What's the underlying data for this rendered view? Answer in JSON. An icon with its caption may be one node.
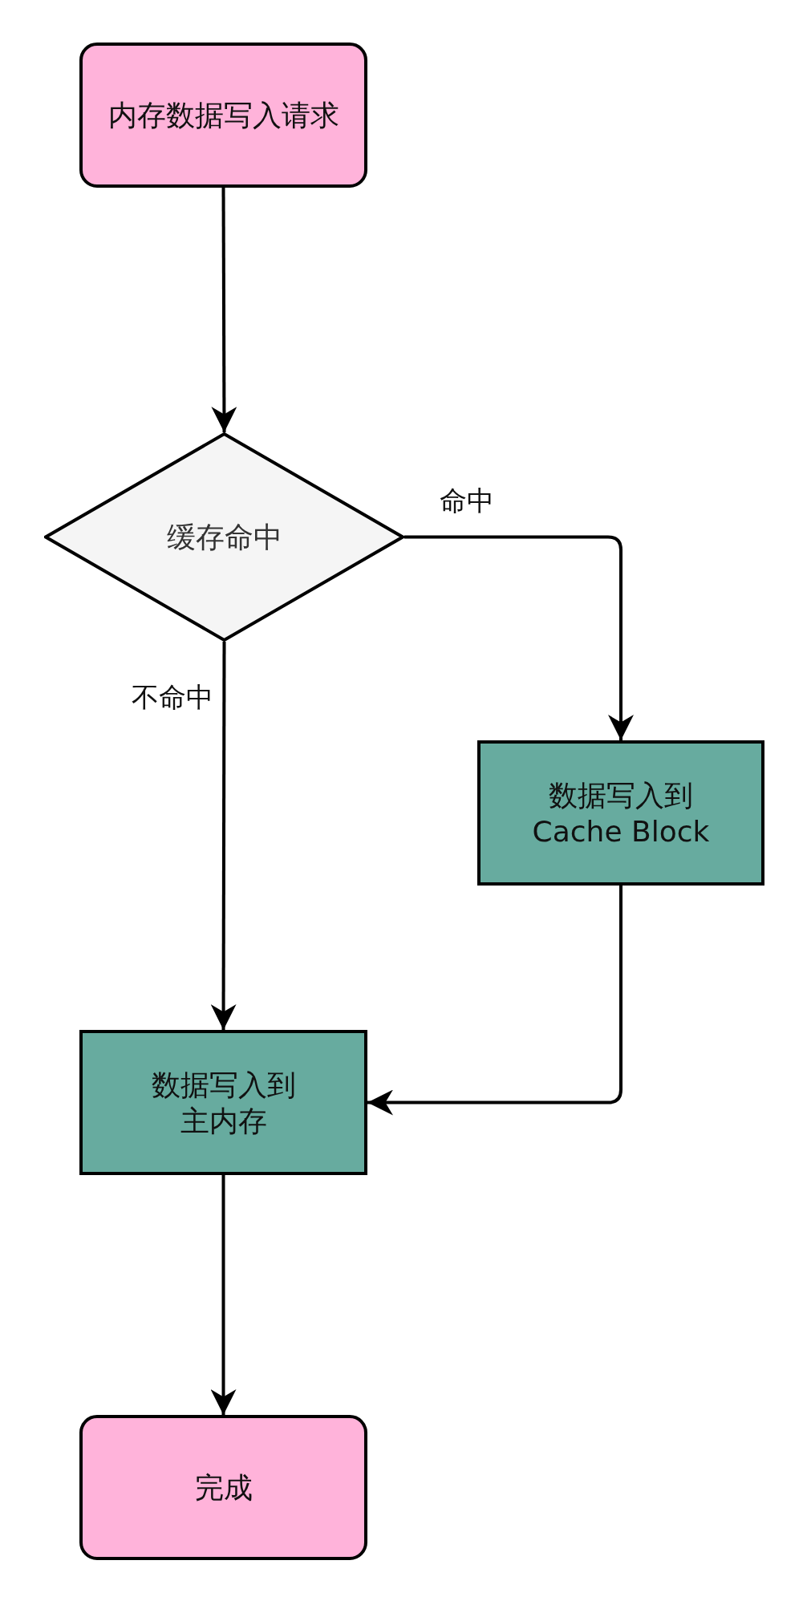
{
  "diagram": {
    "nodes": [
      {
        "text": [
          "内存数据写入请求"
        ]
      },
      {
        "text": [
          "缓存命中"
        ]
      },
      {
        "text": [
          "数据写入到 Cache Block"
        ]
      },
      {
        "text": [
          "数据写入到主内存"
        ]
      },
      {
        "text": [
          "完成"
        ]
      }
    ],
    "edges": [
      {
        "from": 0,
        "to": 1,
        "arrow": "to"
      },
      {
        "from": 1,
        "to": 2,
        "arrow": "to",
        "label": "命中"
      },
      {
        "from": 1,
        "to": 3,
        "arrow": "to",
        "label": "不命中"
      },
      {
        "from": 2,
        "to": 3,
        "arrow": "to"
      },
      {
        "from": 3,
        "to": 4,
        "arrow": "to"
      }
    ]
  }
}
